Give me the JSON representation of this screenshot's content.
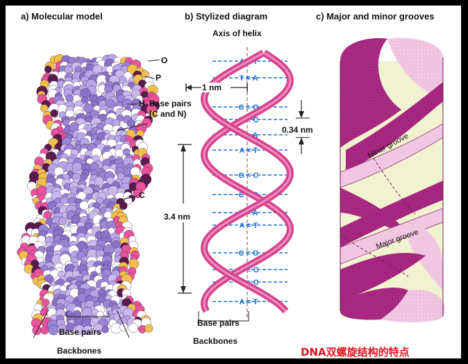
{
  "panels": {
    "a": {
      "title": "a) Molecular model"
    },
    "b": {
      "title": "b) Stylized diagram"
    },
    "c": {
      "title": "c) Major and minor grooves"
    }
  },
  "molecular": {
    "labels": {
      "o": "O",
      "p": "P",
      "h": "H",
      "base_pairs": "Base pairs",
      "c_and_n": "(C and N)",
      "c": "C",
      "bottom_base_pairs": "Base pairs",
      "backbones": "Backbones"
    }
  },
  "stylized": {
    "axis_label": "Axis of helix",
    "width_label": "1 nm",
    "rise_label": "0.34 nm",
    "pitch_label": "3.4 nm",
    "base_pairs_label": "Base pairs",
    "backbones_label": "Backbones",
    "pairs": [
      "A = T",
      "T = A",
      "C ≡ G",
      "G ≡ C",
      "T = A",
      "A = T",
      "G ≡ C",
      "C ≡ G",
      "T = A",
      "A = T",
      "C ≡ G",
      "G ≡ C",
      "G ≡ C",
      "A = T"
    ]
  },
  "grooves": {
    "minor": "Minor groove",
    "major": "Major groove"
  },
  "caption": "DNA双螺旋结构的特点",
  "colors": {
    "backbone": "#d4448c",
    "pair_text": "#1a6fd6",
    "ribbon_dark": "#a5267f",
    "ribbon_light": "#f1c6e3",
    "groove_fill": "#f1f3d0",
    "caption": "#e0141e"
  }
}
